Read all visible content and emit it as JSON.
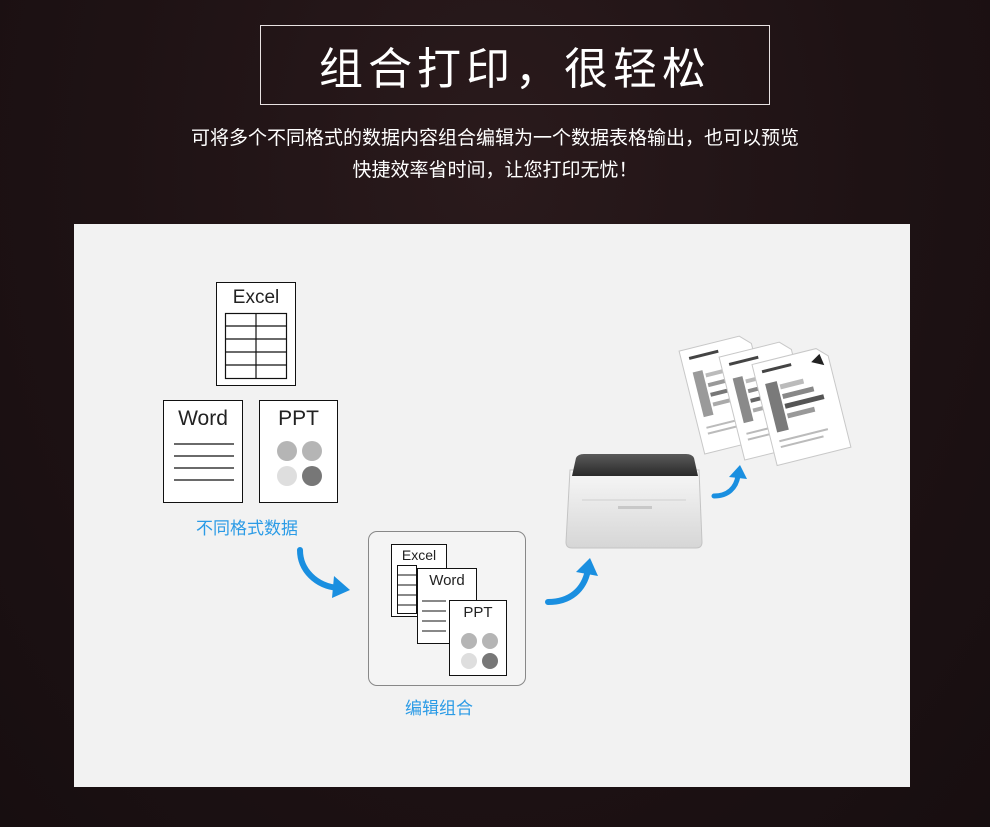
{
  "title": "组合打印，很轻松",
  "subtitle": {
    "line1": "可将多个不同格式的数据内容组合编辑为一个数据表格输出，也可以预览",
    "line2": "快捷效率省时间，让您打印无忧！"
  },
  "diagram": {
    "formats": {
      "excel": "Excel",
      "word": "Word",
      "ppt": "PPT"
    },
    "caption_formats": "不同格式数据",
    "caption_combine": "编辑组合",
    "combined": {
      "excel": "Excel",
      "word": "Word",
      "ppt": "PPT"
    }
  },
  "colors": {
    "background": "#1e1214",
    "panel": "#f2f2f2",
    "accent_blue": "#2b9be6",
    "arrow_blue": "#1a8fe0"
  }
}
